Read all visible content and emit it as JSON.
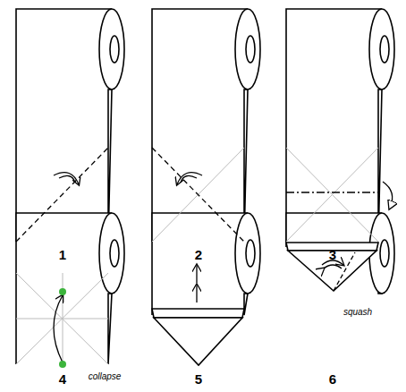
{
  "diagram": {
    "labels": [
      "1",
      "2",
      "3",
      "4",
      "collapse",
      "5",
      "6",
      "squash"
    ]
  }
}
